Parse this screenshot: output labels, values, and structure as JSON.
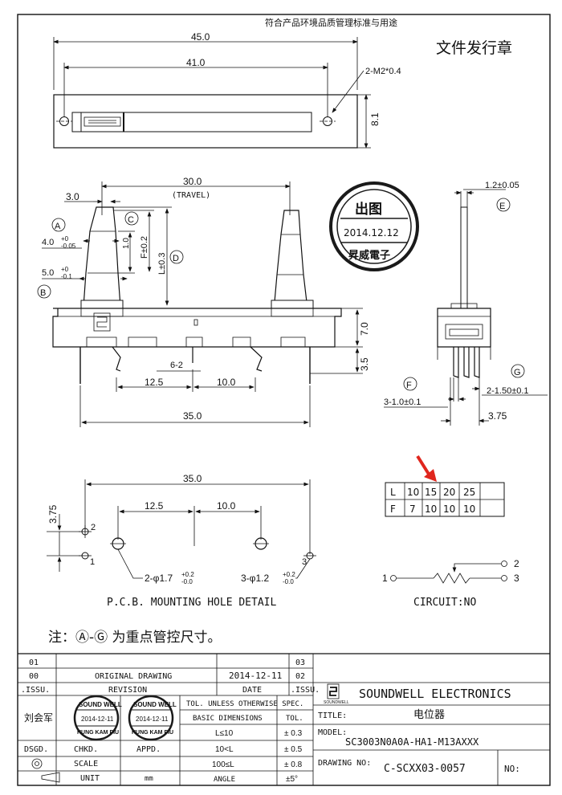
{
  "header": {
    "compliance_note": "符合产品环境品质管理标准与用途",
    "doc_stamp": "文件发行章"
  },
  "top_view": {
    "dim_total": "45.0",
    "dim_holes": "41.0",
    "thread": "2-M2*0.4",
    "dim_height": "8.1"
  },
  "front_view": {
    "dim_pin_offset": "3.0",
    "dim_travel": "30.0",
    "travel_label": "(TRAVEL)",
    "callout_a": "A",
    "callout_b": "B",
    "callout_c": "C",
    "callout_d": "D",
    "dim_a_main": "4.0",
    "dim_a_tol_top": "+0",
    "dim_a_tol_bot": "-0.05",
    "dim_b_main": "5.0",
    "dim_b_tol_top": "+0",
    "dim_b_tol_bot": "-0.1",
    "dim_1_0": "1.0",
    "dim_f": "F±0.2",
    "dim_l": "L±0.3",
    "dim_6_2": "6-2",
    "dim_12_5": "12.5",
    "dim_10_0": "10.0",
    "dim_35_0": "35.0",
    "dim_7_0": "7.0",
    "dim_3_5": "3.5"
  },
  "side_view": {
    "dim_shaft": "1.2±0.05",
    "callout_e": "E",
    "callout_f": "F",
    "callout_g": "G",
    "dim_f_val": "3-1.0±0.1",
    "dim_g_val": "2-1.50±0.1",
    "dim_3_75": "3.75"
  },
  "seal": {
    "title": "出图",
    "date": "2014.12.12",
    "company": "昇威電子"
  },
  "lf_table": {
    "rows": [
      {
        "head": "L",
        "cells": [
          "10",
          "15",
          "20",
          "25",
          ""
        ]
      },
      {
        "head": "F",
        "cells": [
          "7",
          "10",
          "10",
          "10",
          ""
        ]
      }
    ]
  },
  "pcb": {
    "dim_35_0": "35.0",
    "dim_3_75": "3.75",
    "dim_12_5": "12.5",
    "dim_10_0": "10.0",
    "pin_2": "2",
    "pin_1": "1",
    "pin_3": "3",
    "hole_big": "2-φ1.7",
    "hole_big_tol_top": "+0.2",
    "hole_big_tol_bot": "-0.0",
    "hole_small": "3-φ1.2",
    "hole_small_tol_top": "+0.2",
    "hole_small_tol_bot": "-0.0",
    "caption": "P.C.B. MOUNTING HOLE DETAIL"
  },
  "circuit": {
    "pin_1": "1",
    "pin_2": "2",
    "pin_3": "3",
    "caption": "CIRCUIT:NO"
  },
  "note": "注：Ⓐ-Ⓖ 为重点管控尺寸。",
  "title_block": {
    "rev_01": "01",
    "rev_00": "00",
    "rev_03": "03",
    "rev_02": "02",
    "issu_left": ".ISSU.",
    "issu_right": ".ISSU.",
    "original_drawing": "ORIGINAL  DRAWING",
    "orig_date": "2014-12-11",
    "revision": "REVISION",
    "date": "DATE",
    "drafter": "刘会军",
    "dsgd": "DSGD.",
    "chkd": "CHKD.",
    "appd": "APPD.",
    "scale": "SCALE",
    "unit": "UNIT",
    "unit_val": "mm",
    "stamp_top": "SOUND WELL",
    "stamp_date": "2014-12-11",
    "stamp_bottom": "HUNG KAM PIU",
    "tol_header": "TOL. UNLESS OTHERWISE SPEC.",
    "basic_dims": "BASIC DIMENSIONS",
    "tol": "TOL.",
    "tol_rows": [
      {
        "dim": "L≤10",
        "tol": "± 0.3"
      },
      {
        "dim": "10<L",
        "tol": "± 0.5"
      },
      {
        "dim": "100≤L",
        "tol": "± 0.8"
      },
      {
        "dim": "ANGLE",
        "tol": "±5°"
      }
    ],
    "company": "SOUNDWELL ELECTRONICS",
    "logo_caption": "SOUNDWELL",
    "title_label": "TITLE:",
    "title_val": "电位器",
    "model_label": "MODEL:",
    "model_val": "SC3003N0A0A-HA1-M13AXXX",
    "drawing_no_label": "DRAWING NO:",
    "drawing_no_val": "C-SCXX03-0057",
    "no_label": "NO:"
  },
  "colors": {
    "ink": "#111111",
    "stamp": "#1a1a1a",
    "arrow": "#e0261d"
  }
}
